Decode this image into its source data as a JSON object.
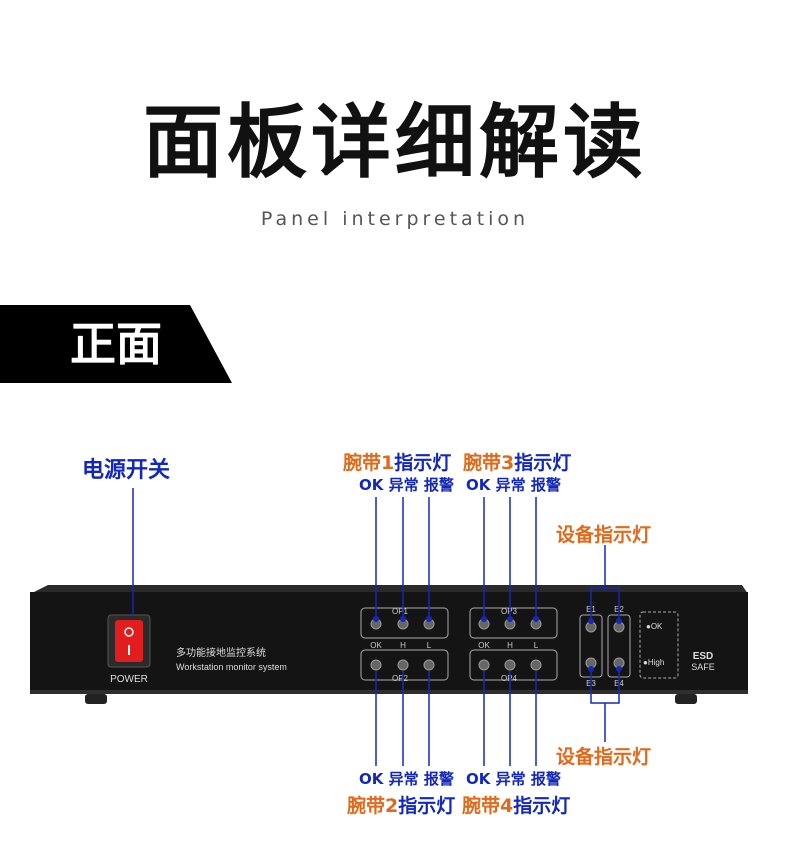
{
  "header": {
    "title": "面板详细解读",
    "subtitle": "Panel interpretation"
  },
  "section": {
    "label": "正面"
  },
  "annotations": {
    "power_switch": "电源开关",
    "wristband1_prefix": "腕带",
    "wristband1_num": "1",
    "wristband1_suffix": "指示灯",
    "wristband3_prefix": "腕带",
    "wristband3_num": "3",
    "wristband3_suffix": "指示灯",
    "wristband2_prefix": "腕带",
    "wristband2_num": "2",
    "wristband2_suffix": "指示灯",
    "wristband4_prefix": "腕带",
    "wristband4_num": "4",
    "wristband4_suffix": "指示灯",
    "ok": "OK",
    "abnormal": "异常",
    "alarm": "报警",
    "device_indicator_top": "设备指示灯",
    "device_indicator_bottom": "设备指示灯"
  },
  "device": {
    "power_label": "POWER",
    "name_cn": "多功能接地监控系统",
    "name_en": "Workstation monitor system",
    "op1": "OP1",
    "op2": "OP2",
    "op3": "OP3",
    "op4": "OP4",
    "led_ok": "OK",
    "led_h": "H",
    "led_l": "L",
    "e1": "E1",
    "e2": "E2",
    "e3": "E3",
    "e4": "E4",
    "legend_ok": "●OK",
    "legend_high": "●High",
    "esd_top": "ESD",
    "esd_bottom": "SAFE"
  },
  "colors": {
    "annotation_blue": "#1428b8",
    "annotation_orange": "#e06a1c",
    "device_body": "#141414",
    "banner": "#000000"
  }
}
